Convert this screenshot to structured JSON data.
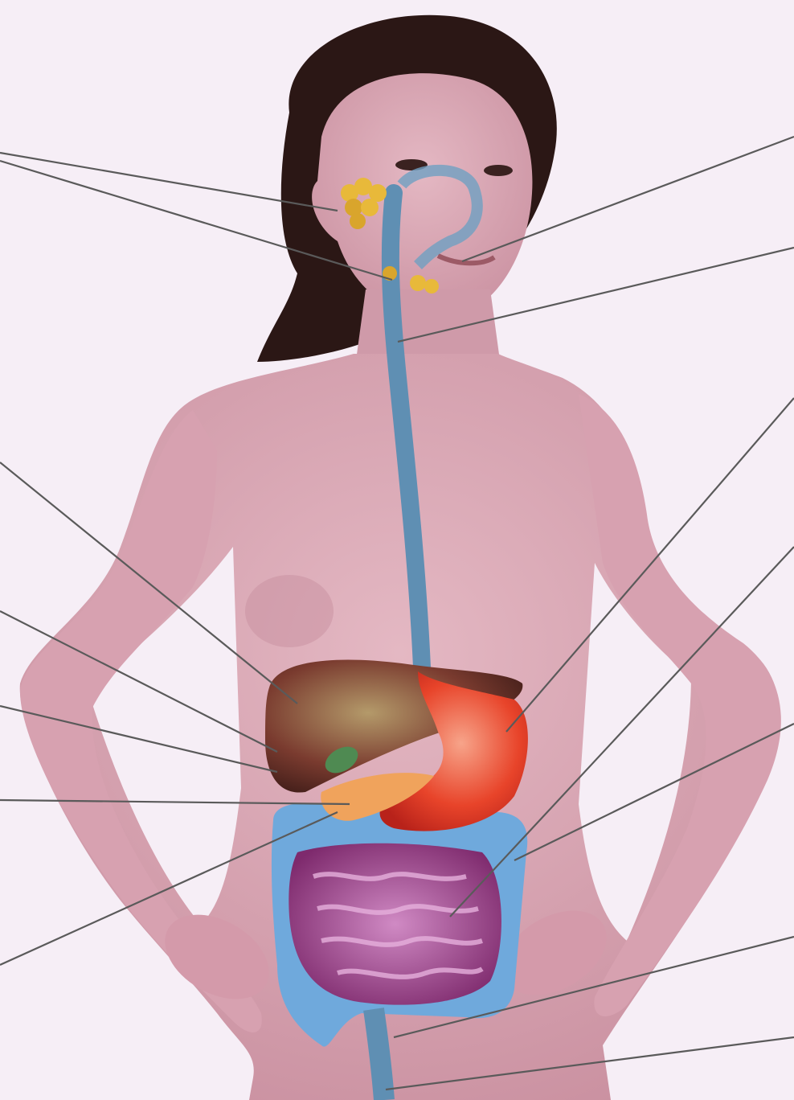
{
  "diagram": {
    "labels": [],
    "leader_line_count": 13,
    "organs": [
      "salivary-glands",
      "pharynx",
      "esophagus",
      "liver",
      "gallbladder",
      "stomach",
      "pancreas",
      "small-intestine",
      "large-intestine",
      "rectum",
      "anus"
    ]
  },
  "colors": {
    "background": "#f6eef6",
    "skin": "#d9a6b3",
    "hair": "#2b1715",
    "esophagus": "#5f8fb3",
    "salivary": "#e8b93a",
    "liver": "#7a3b2f",
    "stomach": "#e8442a",
    "pancreas": "#f0a35c",
    "small_intestine": "#9b3b86",
    "large_intestine": "#6fa9dc",
    "leader_line": "#5a5a5a"
  }
}
